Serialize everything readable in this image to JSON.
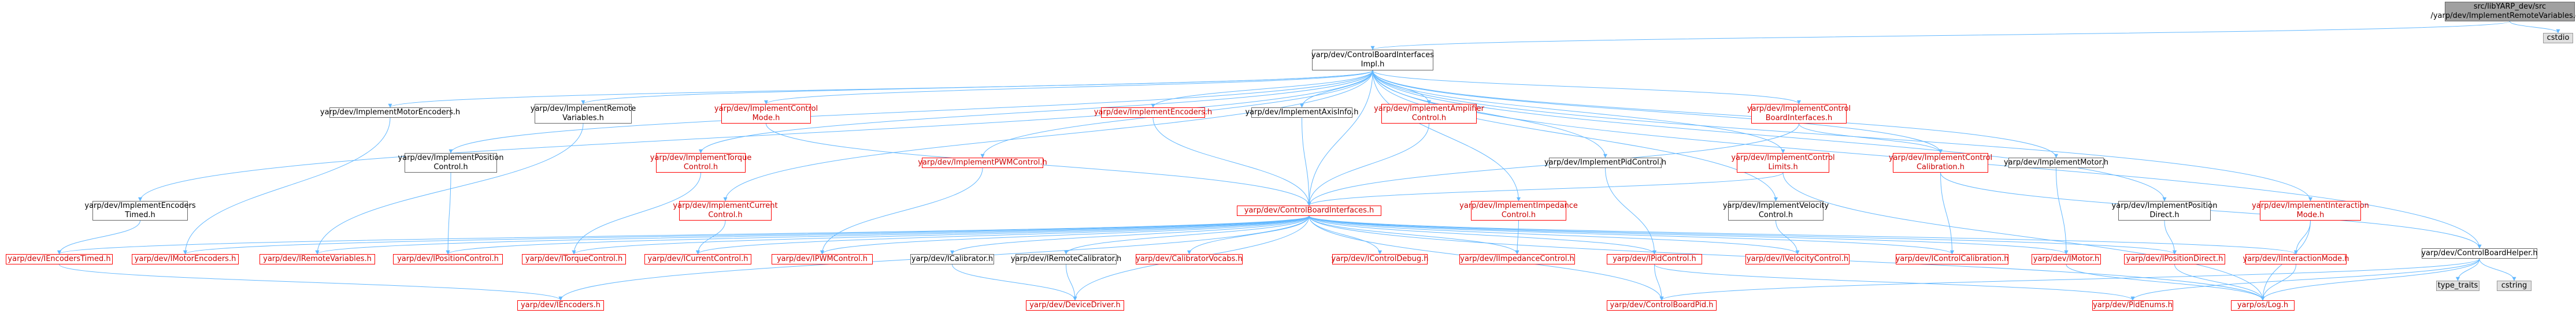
{
  "nodes": {
    "root": {
      "label": "src/libYARP_dev/src\n/yarp/dev/ImplementRemoteVariables.cpp",
      "style": "root"
    },
    "cstdio": {
      "label": "cstdio",
      "style": "gray"
    },
    "cbii": {
      "label": "yarp/dev/ControlBoardInterfaces\nImpl.h",
      "style": "black"
    },
    "cbhelper": {
      "label": "yarp/dev/ControlBoardHelper.h",
      "style": "black"
    },
    "type_traits": {
      "label": "type_traits",
      "style": "gray"
    },
    "cstring": {
      "label": "cstring",
      "style": "gray"
    },
    "impl_motorenc": {
      "label": "yarp/dev/ImplementMotorEncoders.h",
      "style": "black"
    },
    "impl_remvar": {
      "label": "yarp/dev/ImplementRemote\nVariables.h",
      "style": "black"
    },
    "impl_ctrlmode": {
      "label": "yarp/dev/ImplementControl\nMode.h",
      "style": "red"
    },
    "impl_encoders": {
      "label": "yarp/dev/ImplementEncoders.h",
      "style": "red"
    },
    "impl_axisinfo": {
      "label": "yarp/dev/ImplementAxisInfo.h",
      "style": "black"
    },
    "impl_amp": {
      "label": "yarp/dev/ImplementAmplifier\nControl.h",
      "style": "red"
    },
    "impl_cbi": {
      "label": "yarp/dev/ImplementControl\nBoardInterfaces.h",
      "style": "red"
    },
    "impl_enc_timed": {
      "label": "yarp/dev/ImplementEncoders\nTimed.h",
      "style": "black"
    },
    "impl_pos": {
      "label": "yarp/dev/ImplementPosition\nControl.h",
      "style": "black"
    },
    "impl_torque": {
      "label": "yarp/dev/ImplementTorque\nControl.h",
      "style": "red"
    },
    "impl_pwm": {
      "label": "yarp/dev/ImplementPWMControl.h",
      "style": "red"
    },
    "impl_pid": {
      "label": "yarp/dev/ImplementPidControl.h",
      "style": "black"
    },
    "impl_limits": {
      "label": "yarp/dev/ImplementControl\nLimits.h",
      "style": "red"
    },
    "impl_calib": {
      "label": "yarp/dev/ImplementControl\nCalibration.h",
      "style": "red"
    },
    "impl_motor": {
      "label": "yarp/dev/ImplementMotor.h",
      "style": "black"
    },
    "impl_current": {
      "label": "yarp/dev/ImplementCurrent\nControl.h",
      "style": "red"
    },
    "impl_imped": {
      "label": "yarp/dev/ImplementImpedance\nControl.h",
      "style": "red"
    },
    "impl_vel": {
      "label": "yarp/dev/ImplementVelocity\nControl.h",
      "style": "black"
    },
    "impl_posdirect": {
      "label": "yarp/dev/ImplementPosition\nDirect.h",
      "style": "black"
    },
    "impl_interact": {
      "label": "yarp/dev/ImplementInteraction\nMode.h",
      "style": "red"
    },
    "cbi": {
      "label": "yarp/dev/ControlBoardInterfaces.h",
      "style": "red"
    },
    "iencoders_timed": {
      "label": "yarp/dev/IEncodersTimed.h",
      "style": "red"
    },
    "imotorenc": {
      "label": "yarp/dev/IMotorEncoders.h",
      "style": "red"
    },
    "iremvar": {
      "label": "yarp/dev/IRemoteVariables.h",
      "style": "red"
    },
    "iposctrl": {
      "label": "yarp/dev/IPositionControl.h",
      "style": "red"
    },
    "itorque": {
      "label": "yarp/dev/ITorqueControl.h",
      "style": "red"
    },
    "icurrent": {
      "label": "yarp/dev/ICurrentControl.h",
      "style": "red"
    },
    "ipwm": {
      "label": "yarp/dev/IPWMControl.h",
      "style": "red"
    },
    "icalibrator": {
      "label": "yarp/dev/ICalibrator.h",
      "style": "black"
    },
    "iremcalib": {
      "label": "yarp/dev/IRemoteCalibrator.h",
      "style": "black"
    },
    "calibvocabs": {
      "label": "yarp/dev/CalibratorVocabs.h",
      "style": "red"
    },
    "ictrldebug": {
      "label": "yarp/dev/IControlDebug.h",
      "style": "red"
    },
    "iimped": {
      "label": "yarp/dev/IImpedanceControl.h",
      "style": "red"
    },
    "ipid": {
      "label": "yarp/dev/IPidControl.h",
      "style": "red"
    },
    "ivel": {
      "label": "yarp/dev/IVelocityControl.h",
      "style": "red"
    },
    "ictrlcalib": {
      "label": "yarp/dev/IControlCalibration.h",
      "style": "red"
    },
    "imotor": {
      "label": "yarp/dev/IMotor.h",
      "style": "red"
    },
    "iposdirect": {
      "label": "yarp/dev/IPositionDirect.h",
      "style": "red"
    },
    "iinteract": {
      "label": "yarp/dev/IInteractionMode.h",
      "style": "red"
    },
    "iencoders": {
      "label": "yarp/dev/IEncoders.h",
      "style": "red"
    },
    "devicedriver": {
      "label": "yarp/dev/DeviceDriver.h",
      "style": "red"
    },
    "cbpid": {
      "label": "yarp/dev/ControlBoardPid.h",
      "style": "red"
    },
    "pidenums": {
      "label": "yarp/dev/PidEnums.h",
      "style": "red"
    },
    "log": {
      "label": "yarp/os/Log.h",
      "style": "red"
    }
  },
  "edges": [
    [
      "root",
      "cbii"
    ],
    [
      "root",
      "cstdio"
    ],
    [
      "cbii",
      "cbhelper"
    ],
    [
      "cbii",
      "impl_motorenc"
    ],
    [
      "cbii",
      "impl_remvar"
    ],
    [
      "cbii",
      "impl_ctrlmode"
    ],
    [
      "cbii",
      "impl_encoders"
    ],
    [
      "cbii",
      "impl_axisinfo"
    ],
    [
      "cbii",
      "impl_amp"
    ],
    [
      "cbii",
      "impl_cbi"
    ],
    [
      "cbii",
      "impl_enc_timed"
    ],
    [
      "cbii",
      "impl_pos"
    ],
    [
      "cbii",
      "impl_torque"
    ],
    [
      "cbii",
      "impl_pwm"
    ],
    [
      "cbii",
      "impl_pid"
    ],
    [
      "cbii",
      "impl_limits"
    ],
    [
      "cbii",
      "impl_calib"
    ],
    [
      "cbii",
      "impl_motor"
    ],
    [
      "cbii",
      "impl_current"
    ],
    [
      "cbii",
      "impl_imped"
    ],
    [
      "cbii",
      "impl_vel"
    ],
    [
      "cbii",
      "impl_posdirect"
    ],
    [
      "cbii",
      "impl_interact"
    ],
    [
      "cbii",
      "cbi"
    ],
    [
      "cbhelper",
      "type_traits"
    ],
    [
      "cbhelper",
      "cstring"
    ],
    [
      "cbhelper",
      "log"
    ],
    [
      "cbhelper",
      "pidenums"
    ],
    [
      "cbhelper",
      "cbpid"
    ],
    [
      "impl_motorenc",
      "imotorenc"
    ],
    [
      "impl_remvar",
      "iremvar"
    ],
    [
      "impl_ctrlmode",
      "cbi"
    ],
    [
      "impl_encoders",
      "cbi"
    ],
    [
      "impl_axisinfo",
      "cbi"
    ],
    [
      "impl_amp",
      "cbi"
    ],
    [
      "impl_cbi",
      "cbi"
    ],
    [
      "impl_cbi",
      "impl_calib"
    ],
    [
      "impl_enc_timed",
      "iencoders_timed"
    ],
    [
      "impl_pos",
      "iposctrl"
    ],
    [
      "impl_torque",
      "itorque"
    ],
    [
      "impl_pwm",
      "ipwm"
    ],
    [
      "impl_pid",
      "ipid"
    ],
    [
      "impl_limits",
      "cbi"
    ],
    [
      "impl_limits",
      "log"
    ],
    [
      "impl_calib",
      "ictrlcalib"
    ],
    [
      "impl_calib",
      "cbhelper"
    ],
    [
      "impl_motor",
      "imotor"
    ],
    [
      "impl_current",
      "icurrent"
    ],
    [
      "impl_imped",
      "iimped"
    ],
    [
      "impl_vel",
      "ivel"
    ],
    [
      "impl_posdirect",
      "iposdirect"
    ],
    [
      "impl_interact",
      "iinteract"
    ],
    [
      "impl_interact",
      "log"
    ],
    [
      "cbi",
      "iencoders_timed"
    ],
    [
      "cbi",
      "imotorenc"
    ],
    [
      "cbi",
      "iremvar"
    ],
    [
      "cbi",
      "iposctrl"
    ],
    [
      "cbi",
      "itorque"
    ],
    [
      "cbi",
      "icurrent"
    ],
    [
      "cbi",
      "ipwm"
    ],
    [
      "cbi",
      "icalibrator"
    ],
    [
      "cbi",
      "iremcalib"
    ],
    [
      "cbi",
      "calibvocabs"
    ],
    [
      "cbi",
      "ictrldebug"
    ],
    [
      "cbi",
      "iimped"
    ],
    [
      "cbi",
      "ipid"
    ],
    [
      "cbi",
      "ivel"
    ],
    [
      "cbi",
      "ictrlcalib"
    ],
    [
      "cbi",
      "imotor"
    ],
    [
      "cbi",
      "iposdirect"
    ],
    [
      "cbi",
      "iinteract"
    ],
    [
      "cbi",
      "iencoders"
    ],
    [
      "cbi",
      "devicedriver"
    ],
    [
      "cbi",
      "cbpid"
    ],
    [
      "cbi",
      "log"
    ],
    [
      "iencoders_timed",
      "iencoders"
    ],
    [
      "icalibrator",
      "devicedriver"
    ],
    [
      "iremcalib",
      "devicedriver"
    ],
    [
      "ipid",
      "cbpid"
    ],
    [
      "ipid",
      "pidenums"
    ],
    [
      "imotor",
      "log"
    ],
    [
      "iinteract",
      "log"
    ],
    [
      "iposdirect",
      "log"
    ]
  ],
  "colors": {
    "edge": "#63b8ff",
    "red_border": "#ff0000",
    "red_text": "#cc0000",
    "black_border": "#666666",
    "gray_fill": "#e0e0e0",
    "root_fill": "#a0a0a0"
  }
}
